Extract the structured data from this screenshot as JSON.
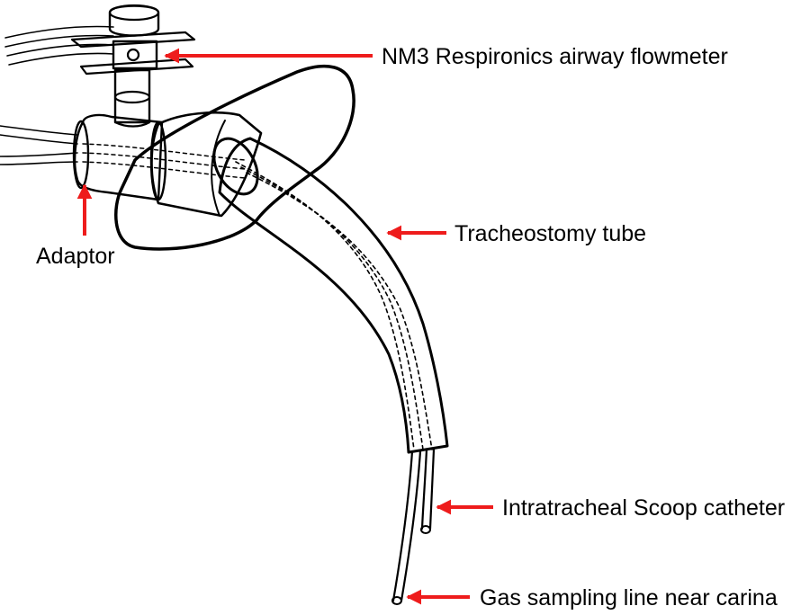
{
  "diagram": {
    "labels": {
      "flowmeter": "NM3 Respironics airway flowmeter",
      "adaptor": "Adaptor",
      "tracheostomy": "Tracheostomy tube",
      "scoop": "Intratracheal Scoop catheter",
      "gas_line": "Gas sampling line near carina"
    },
    "colors": {
      "arrow": "#ee1c1c",
      "line": "#000000",
      "background": "#ffffff"
    }
  }
}
